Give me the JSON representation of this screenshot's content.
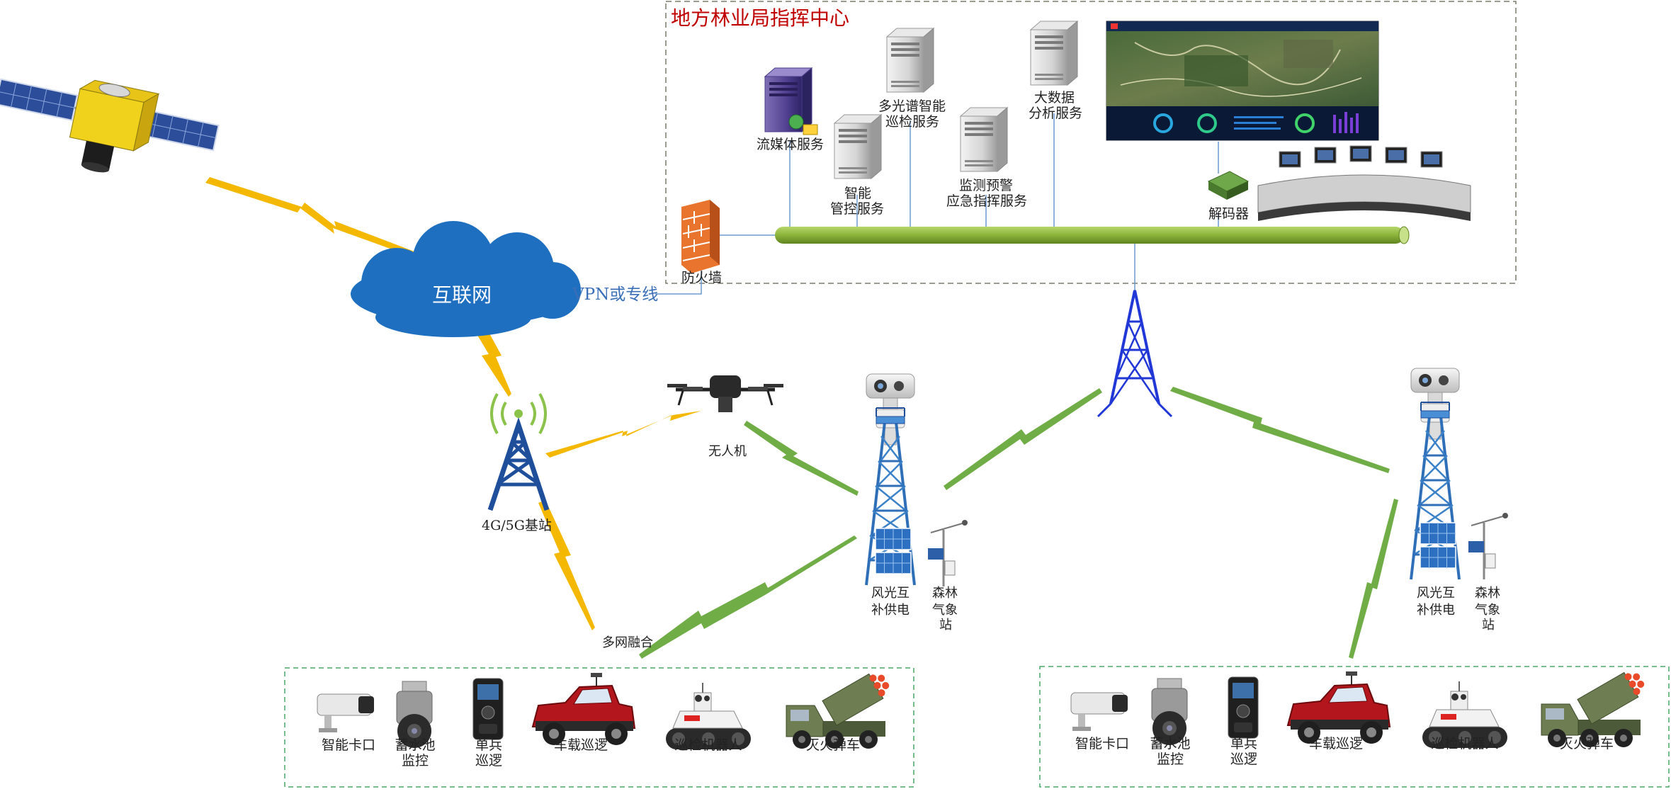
{
  "command_center": {
    "title": "地方林业局指挥中心",
    "services": {
      "streaming": "流媒体服务",
      "multispectral": [
        "多光谱智能",
        "巡检服务"
      ],
      "smart_control": [
        "智能",
        "管控服务"
      ],
      "monitoring": [
        "监测预警",
        "应急指挥服务"
      ],
      "bigdata": [
        "大数据",
        "分析服务"
      ],
      "decoder": "解码器",
      "firewall": "防火墙"
    }
  },
  "network": {
    "internet": "互联网",
    "vpn": "VPN或专线",
    "base_station": "4G/5G基站",
    "drone": "无人机",
    "multi_network": "多网融合"
  },
  "towers": {
    "left": {
      "power": [
        "风光互",
        "补供电"
      ],
      "weather": [
        "森林",
        "气象",
        "站"
      ]
    },
    "right": {
      "power": [
        "风光互",
        "补供电"
      ],
      "weather": [
        "森林",
        "气象",
        "站"
      ]
    }
  },
  "devices_left": [
    "智能卡口",
    "蓄水池|监控",
    "单兵|巡逻",
    "车载巡逻",
    "巡检机器人",
    "灭火弹车"
  ],
  "devices_right": [
    "智能卡口",
    "蓄水池|监控",
    "单兵|巡逻",
    "车载巡逻",
    "巡检机器人",
    "灭火弹车"
  ],
  "colors": {
    "title_red": "#c00000",
    "lightning_yellow": "#f5b800",
    "lightning_green": "#70ad47",
    "cloud_blue": "#1f6fc1",
    "tower_blue": "#1f4e9a",
    "bus_green": "#8bb33a",
    "link_blue": "#6b9bd1"
  }
}
